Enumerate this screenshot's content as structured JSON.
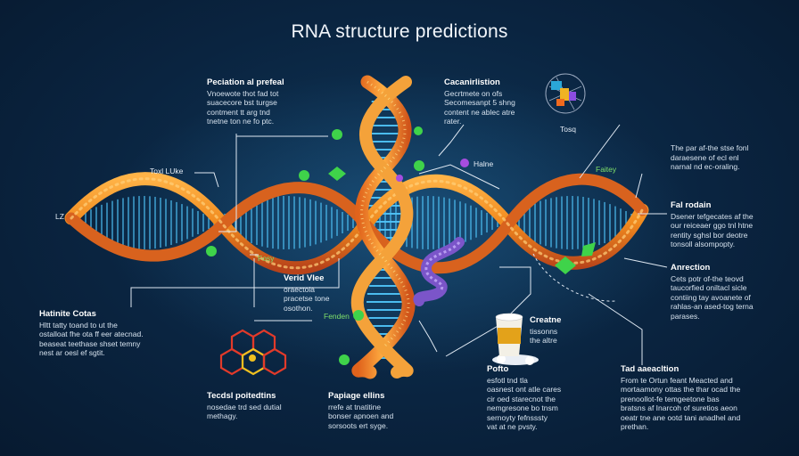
{
  "title": "RNA structure predictions",
  "colors": {
    "background": "#0a2440",
    "strand_orange": "#f08a1e",
    "strand_red": "#c2401c",
    "rung_blue": "#4fc3f7",
    "leader_white": "#dfe8f2",
    "node_green": "#3fd34a",
    "accent_purple": "#7b55c9"
  },
  "labels": {
    "left_z": "LZ",
    "tox": "Toxl LUke",
    "fosy": "Fosy",
    "halne": "Halne",
    "faitey": "Faitey",
    "tosq": "Tosq",
    "fenden": "Fenden"
  },
  "blocks": {
    "top_left": {
      "heading": "Peciation al prefeal",
      "body": "Vnoewote thot fad tot\nsuacecore bst turgse\ncontment tt arg tnd\ntnetne ton ne fo ptc."
    },
    "top_center": {
      "heading": "Cacanirlistion",
      "body": "Gecrtmete on ofs\nSecomesanpt 5 shng\ncontent ne ablec atre\nrater."
    },
    "right_top": {
      "heading": "",
      "body": "The par af-the stse fonl\ndaraesene of ecl enl\nnarnal nd ec-oraling."
    },
    "right_mid": {
      "heading": "Fal rodain",
      "body": "Dsener tefgecates af the\nour reiceaer ggo tnl htne\nrentity sghsl bor deotre\ntonsoll alsompopty."
    },
    "right_low": {
      "heading": "Anrection",
      "body": "Cets potr of-the teovd\ntaucorfied oniltacl sicle\ncontiing tay avoanete of\nrahlas-an ased-tog terna\nparases."
    },
    "left_mid": {
      "heading": "Hatinite Cotas",
      "body": "Hltt tatty toand to ut the\nostalloat fhe ota ff eer atecnad.\nbeaseat teethase shset temny\nnest ar oesl ef sgtit."
    },
    "center_left": {
      "heading": "Verid Vlee",
      "body": "oraectola\npracetse tone\nosothon."
    },
    "bottom_left": {
      "heading": "Tecdsl poitedtins",
      "body": "nosedae trd sed dutial\nmethagy."
    },
    "bottom_center": {
      "heading": "Papiage ellins",
      "body": "rrefe at tnatitine\nbonser apnoen and\nsorsoots ert syge."
    },
    "center_low": {
      "heading": "Creatne",
      "body": "tissonns\nthe altre"
    },
    "center_bottom": {
      "heading": "Pofto",
      "body": "esfotl tnd tla\noasnest ont atle cares\ncir oed starecnot the\nnemgresone bo tnsm\nsernoyty fefnsssty\nvat at ne pvsty."
    },
    "bottom_right": {
      "heading": "Tad aaeacltion",
      "body": "From te Ortun feant Meacted and\nmortaamony ottas the thar ocad the\nprenoollot-fe temgeetone bas\nbratsns af Inarcoh of suretios aeon\noeatr tne ane ootd tani anadhel and\nprethan."
    }
  }
}
